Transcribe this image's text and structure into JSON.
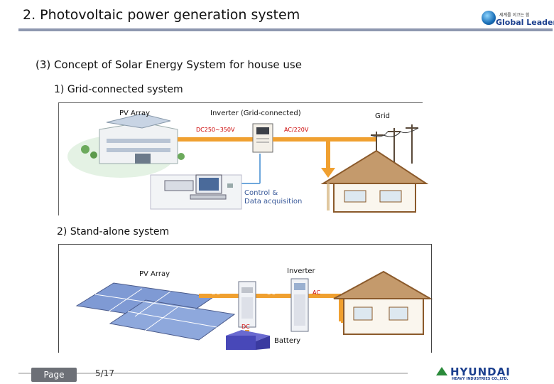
{
  "header": {
    "title": "2. Photovoltaic power generation system",
    "logo_small_text": "세계를 이끄는 힘",
    "logo_text": "Global Leader"
  },
  "section": {
    "title": "(3) Concept of Solar Energy System for house use"
  },
  "grid_system": {
    "title": "1) Grid-connected system",
    "pv_array_label": "PV Array",
    "inverter_label": "Inverter (Grid-connected)",
    "grid_label": "Grid",
    "dc_label": "DC250~350V",
    "ac_label": "AC/220V",
    "control_line1": "Control &",
    "control_line2": "Data acquisition"
  },
  "standalone_system": {
    "title": "2) Stand-alone system",
    "pv_array_label": "PV Array",
    "inverter_label": "Inverter",
    "dc_label_1": "DC",
    "dc_label_2": "DC",
    "dc_label_3": "DC",
    "ac_label": "AC",
    "battery_label": "Battery"
  },
  "footer": {
    "page_label": "Page",
    "page_number": "5/17",
    "company_name": "HYUNDAI",
    "company_sub": "HEAVY INDUSTRIES CO.,LTD."
  },
  "colors": {
    "wire_orange": "#f0a030",
    "wire_blue": "#6fa8dc",
    "brand_blue": "#1b3f8e",
    "roof_brown": "#8b5a2b"
  }
}
